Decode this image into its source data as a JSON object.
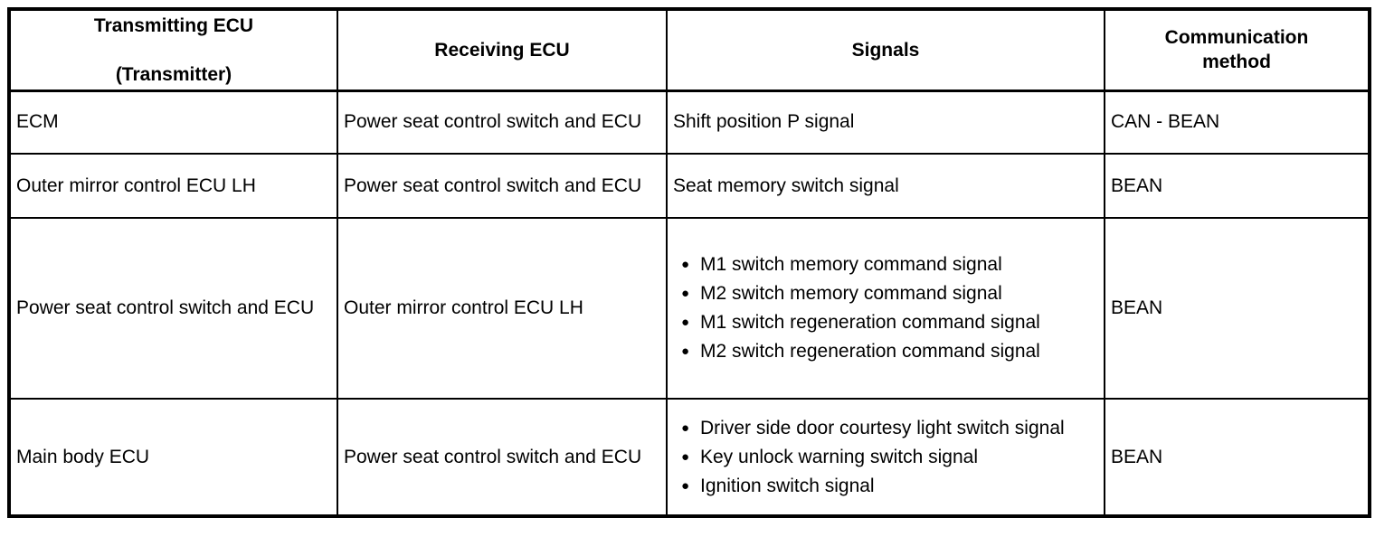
{
  "table": {
    "colors": {
      "border": "#000000",
      "text": "#000000",
      "background": "#ffffff"
    },
    "columns": [
      {
        "label": "Transmitting ECU\n\n(Transmitter)"
      },
      {
        "label": "Receiving ECU"
      },
      {
        "label": "Signals"
      },
      {
        "label": "Communication\nmethod"
      }
    ],
    "rows": [
      {
        "transmitting": "ECM",
        "receiving": "Power seat control switch and ECU",
        "signals_style": "plain",
        "signals": [
          "Shift position P signal"
        ],
        "method": "CAN - BEAN"
      },
      {
        "transmitting": "Outer mirror control ECU LH",
        "receiving": "Power seat control switch and ECU",
        "signals_style": "plain",
        "signals": [
          "Seat memory switch signal"
        ],
        "method": "BEAN"
      },
      {
        "transmitting": "Power seat control switch and ECU",
        "receiving": "Outer mirror control ECU LH",
        "signals_style": "bullets",
        "signals": [
          "M1 switch memory command signal",
          "M2 switch memory command signal",
          "M1 switch regeneration command signal",
          "M2 switch regeneration command signal"
        ],
        "method": "BEAN"
      },
      {
        "transmitting": "Main body ECU",
        "receiving": "Power seat control switch and ECU",
        "signals_style": "bullets",
        "signals": [
          "Driver side door courtesy light switch signal",
          "Key unlock warning switch signal",
          "Ignition switch signal"
        ],
        "method": "BEAN"
      }
    ]
  }
}
